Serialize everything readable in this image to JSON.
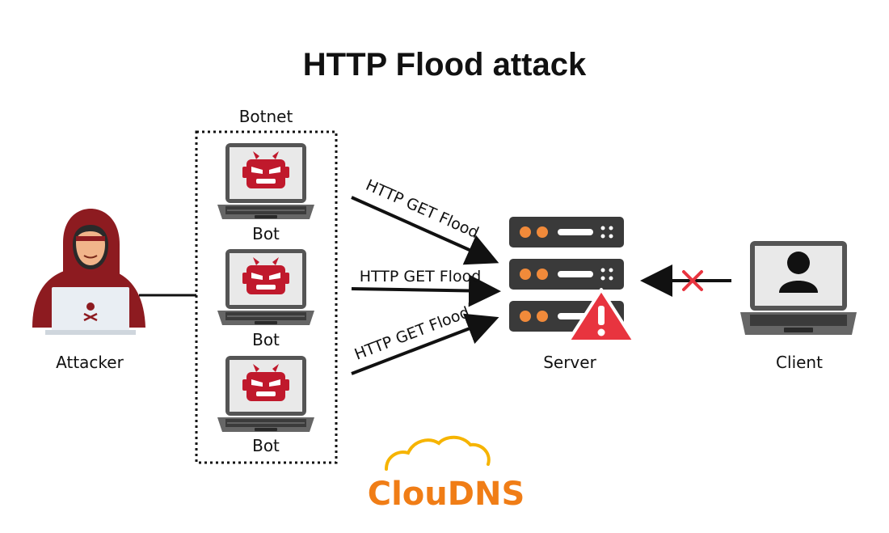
{
  "title": "HTTP Flood attack",
  "labels": {
    "botnet": "Botnet",
    "bots": [
      "Bot",
      "Bot",
      "Bot"
    ],
    "attacker": "Attacker",
    "server": "Server",
    "client": "Client"
  },
  "flows": [
    "HTTP GET Flood",
    "HTTP GET Flood",
    "HTTP GET Flood"
  ],
  "logo": "ClouDNS",
  "colors": {
    "bot_face": "#c0192c",
    "hoodie": "#8d1b20",
    "server_body": "#3a3a3a",
    "server_light": "#f18a3a",
    "warning": "#e8343f",
    "blocked_x": "#e8343f",
    "logo_orange": "#f07d16",
    "logo_yellow": "#f6b400"
  },
  "icons": {
    "attacker": "hooded-hacker-icon",
    "bot": "robot-laptop-icon",
    "server": "server-rack-icon",
    "warning": "warning-triangle-icon",
    "client": "user-laptop-icon",
    "blocked": "x-mark-icon"
  }
}
